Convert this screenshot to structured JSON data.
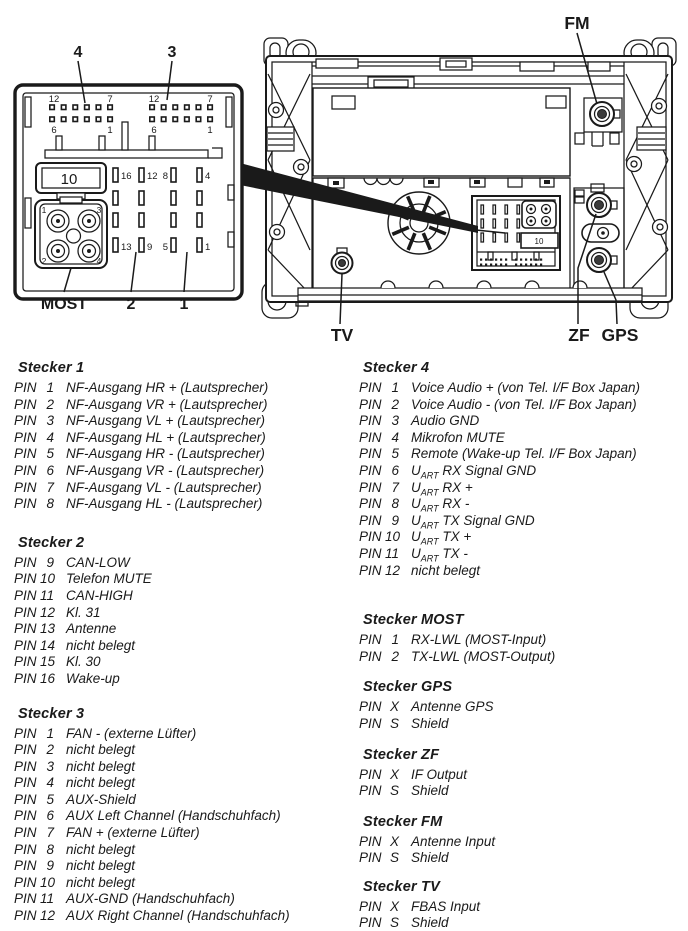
{
  "page": {
    "background": "#ffffff",
    "ink": "#1a1a1a"
  },
  "pin_word": "PIN",
  "diagram": {
    "callouts": {
      "connector4": "4",
      "connector3": "3",
      "most": "MOST",
      "connector2": "2",
      "connector1": "1",
      "box10": "10",
      "radio_box10": "10",
      "fm": "FM",
      "tv": "TV",
      "zf": "ZF",
      "gps": "GPS"
    },
    "pin_grid": {
      "tl": "12",
      "tr": "7",
      "bl": "6",
      "br": "1"
    },
    "slot_labels_top": [
      "16",
      "12",
      "8",
      "4"
    ],
    "slot_labels_bottom": [
      "13",
      "9",
      "5",
      "1"
    ],
    "most_sockets": [
      "1",
      "3",
      "2",
      "4"
    ]
  },
  "columns": {
    "left": [
      {
        "title": "Stecker 1",
        "pins": [
          {
            "no": "1",
            "label": "NF-Ausgang HR + (Lautsprecher)"
          },
          {
            "no": "2",
            "label": "NF-Ausgang VR + (Lautsprecher)"
          },
          {
            "no": "3",
            "label": "NF-Ausgang VL + (Lautsprecher)"
          },
          {
            "no": "4",
            "label": "NF-Ausgang HL + (Lautsprecher)"
          },
          {
            "no": "5",
            "label": "NF-Ausgang HR - (Lautsprecher)"
          },
          {
            "no": "6",
            "label": "NF-Ausgang VR - (Lautsprecher)"
          },
          {
            "no": "7",
            "label": "NF-Ausgang VL - (Lautsprecher)"
          },
          {
            "no": "8",
            "label": "NF-Ausgang HL - (Lautsprecher)"
          }
        ]
      },
      {
        "title": "Stecker 2",
        "pins": [
          {
            "no": "9",
            "label": "CAN-LOW"
          },
          {
            "no": "10",
            "label": "Telefon MUTE"
          },
          {
            "no": "11",
            "label": "CAN-HIGH"
          },
          {
            "no": "12",
            "label": "Kl. 31"
          },
          {
            "no": "13",
            "label": "Antenne"
          },
          {
            "no": "14",
            "label": "nicht belegt"
          },
          {
            "no": "15",
            "label": "Kl. 30"
          },
          {
            "no": "16",
            "label": "Wake-up"
          }
        ]
      },
      {
        "title": "Stecker 3",
        "pins": [
          {
            "no": "1",
            "label": "FAN - (externe Lüfter)"
          },
          {
            "no": "2",
            "label": "nicht belegt"
          },
          {
            "no": "3",
            "label": "nicht belegt"
          },
          {
            "no": "4",
            "label": "nicht belegt"
          },
          {
            "no": "5",
            "label": "AUX-Shield"
          },
          {
            "no": "6",
            "label": "AUX Left Channel (Handschuhfach)"
          },
          {
            "no": "7",
            "label": "FAN + (externe Lüfter)"
          },
          {
            "no": "8",
            "label": "nicht belegt"
          },
          {
            "no": "9",
            "label": "nicht belegt"
          },
          {
            "no": "10",
            "label": "nicht belegt"
          },
          {
            "no": "11",
            "label": "AUX-GND (Handschuhfach)"
          },
          {
            "no": "12",
            "label": "AUX Right Channel (Handschuhfach)"
          }
        ]
      }
    ],
    "right": [
      {
        "title": "Stecker 4",
        "pins": [
          {
            "no": "1",
            "label": "Voice Audio + (von Tel. I/F Box Japan)"
          },
          {
            "no": "2",
            "label": "Voice Audio - (von Tel. I/F Box Japan)"
          },
          {
            "no": "3",
            "label": "Audio GND"
          },
          {
            "no": "4",
            "label": "Mikrofon MUTE"
          },
          {
            "no": "5",
            "label": "Remote (Wake-up Tel. I/F Box Japan)"
          },
          {
            "no": "6",
            "label": "U_{ART} RX Signal GND"
          },
          {
            "no": "7",
            "label": "U_{ART} RX +"
          },
          {
            "no": "8",
            "label": "U_{ART} RX -"
          },
          {
            "no": "9",
            "label": "U_{ART} TX Signal GND"
          },
          {
            "no": "10",
            "label": "U_{ART} TX +"
          },
          {
            "no": "11",
            "label": "U_{ART} TX -"
          },
          {
            "no": "12",
            "label": "nicht belegt"
          }
        ]
      },
      {
        "title": "Stecker MOST",
        "pins": [
          {
            "no": "1",
            "label": "RX-LWL (MOST-Input)"
          },
          {
            "no": "2",
            "label": "TX-LWL (MOST-Output)"
          }
        ]
      },
      {
        "title": "Stecker GPS",
        "pins": [
          {
            "no": "X",
            "label": "Antenne GPS"
          },
          {
            "no": "S",
            "label": "Shield"
          }
        ]
      },
      {
        "title": "Stecker ZF",
        "pins": [
          {
            "no": "X",
            "label": "IF Output"
          },
          {
            "no": "S",
            "label": "Shield"
          }
        ]
      },
      {
        "title": "Stecker FM",
        "pins": [
          {
            "no": "X",
            "label": "Antenne Input"
          },
          {
            "no": "S",
            "label": "Shield"
          }
        ]
      },
      {
        "title": "Stecker TV",
        "pins": [
          {
            "no": "X",
            "label": "FBAS Input"
          },
          {
            "no": "S",
            "label": "Shield"
          }
        ]
      }
    ]
  }
}
